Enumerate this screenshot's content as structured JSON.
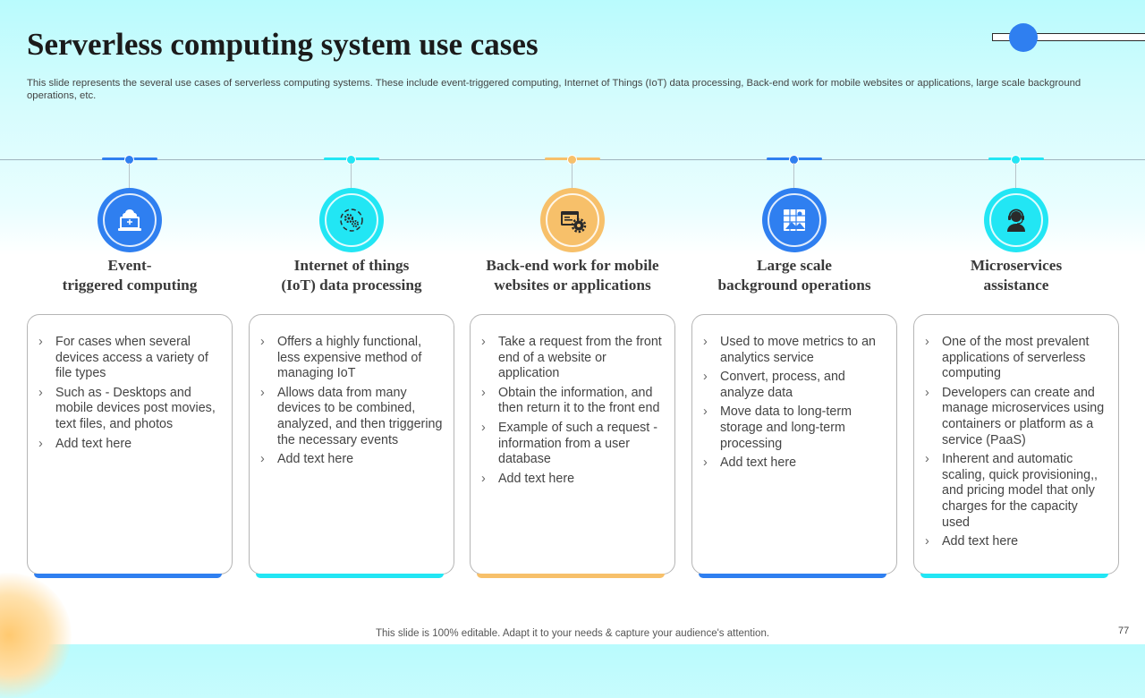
{
  "title": "Serverless computing system use cases",
  "subtitle": "This slide represents the several use cases of serverless computing systems. These include event-triggered computing, Internet of Things (IoT) data processing, Back-end work for mobile websites or applications, large scale background operations, etc.",
  "footer": "This slide is 100% editable. Adapt it to your needs & capture your audience's attention.",
  "page_number": "77",
  "colors": {
    "blue": "#2f7ff0",
    "cyan": "#22e6f4",
    "orange": "#f7c06a"
  },
  "columns": [
    {
      "title_line1": "Event-",
      "title_line2": "triggered computing",
      "icon": "cloud-laptop-icon",
      "color": "#2f7ff0",
      "bullets": [
        "For cases when several devices access a variety of file types",
        "Such as - Desktops and mobile devices post movies, text files, and photos",
        "Add text here"
      ]
    },
    {
      "title_line1": "Internet of things",
      "title_line2": "(IoT) data processing",
      "icon": "gears-cycle-icon",
      "color": "#22e6f4",
      "bullets": [
        "Offers a highly functional, less expensive method of managing IoT",
        "Allows data from many devices to be combined, analyzed, and then triggering the necessary events",
        "Add text here"
      ]
    },
    {
      "title_line1": "Back-end work for mobile",
      "title_line2": "websites or applications",
      "icon": "browser-gear-icon",
      "color": "#f7c06a",
      "bullets": [
        "Take a request from the front end of a website or application",
        "Obtain the information, and then return it to the front end",
        "Example of such a request - information from a user database",
        "Add text here"
      ]
    },
    {
      "title_line1": "Large scale",
      "title_line2": "background operations",
      "icon": "image-grid-icon",
      "color": "#2f7ff0",
      "bullets": [
        "Used to move metrics to an analytics service",
        "Convert, process, and analyze data",
        "Move data to long-term storage and long-term processing",
        "Add text here"
      ]
    },
    {
      "title_line1": "Microservices",
      "title_line2": "assistance",
      "icon": "headset-agent-icon",
      "color": "#22e6f4",
      "bullets": [
        "One of the most prevalent applications of serverless computing",
        "Developers can create and manage microservices using containers or platform as a service (PaaS)",
        "Inherent and automatic scaling, quick provisioning,, and pricing model that only charges for the capacity used",
        "Add text here"
      ]
    }
  ]
}
